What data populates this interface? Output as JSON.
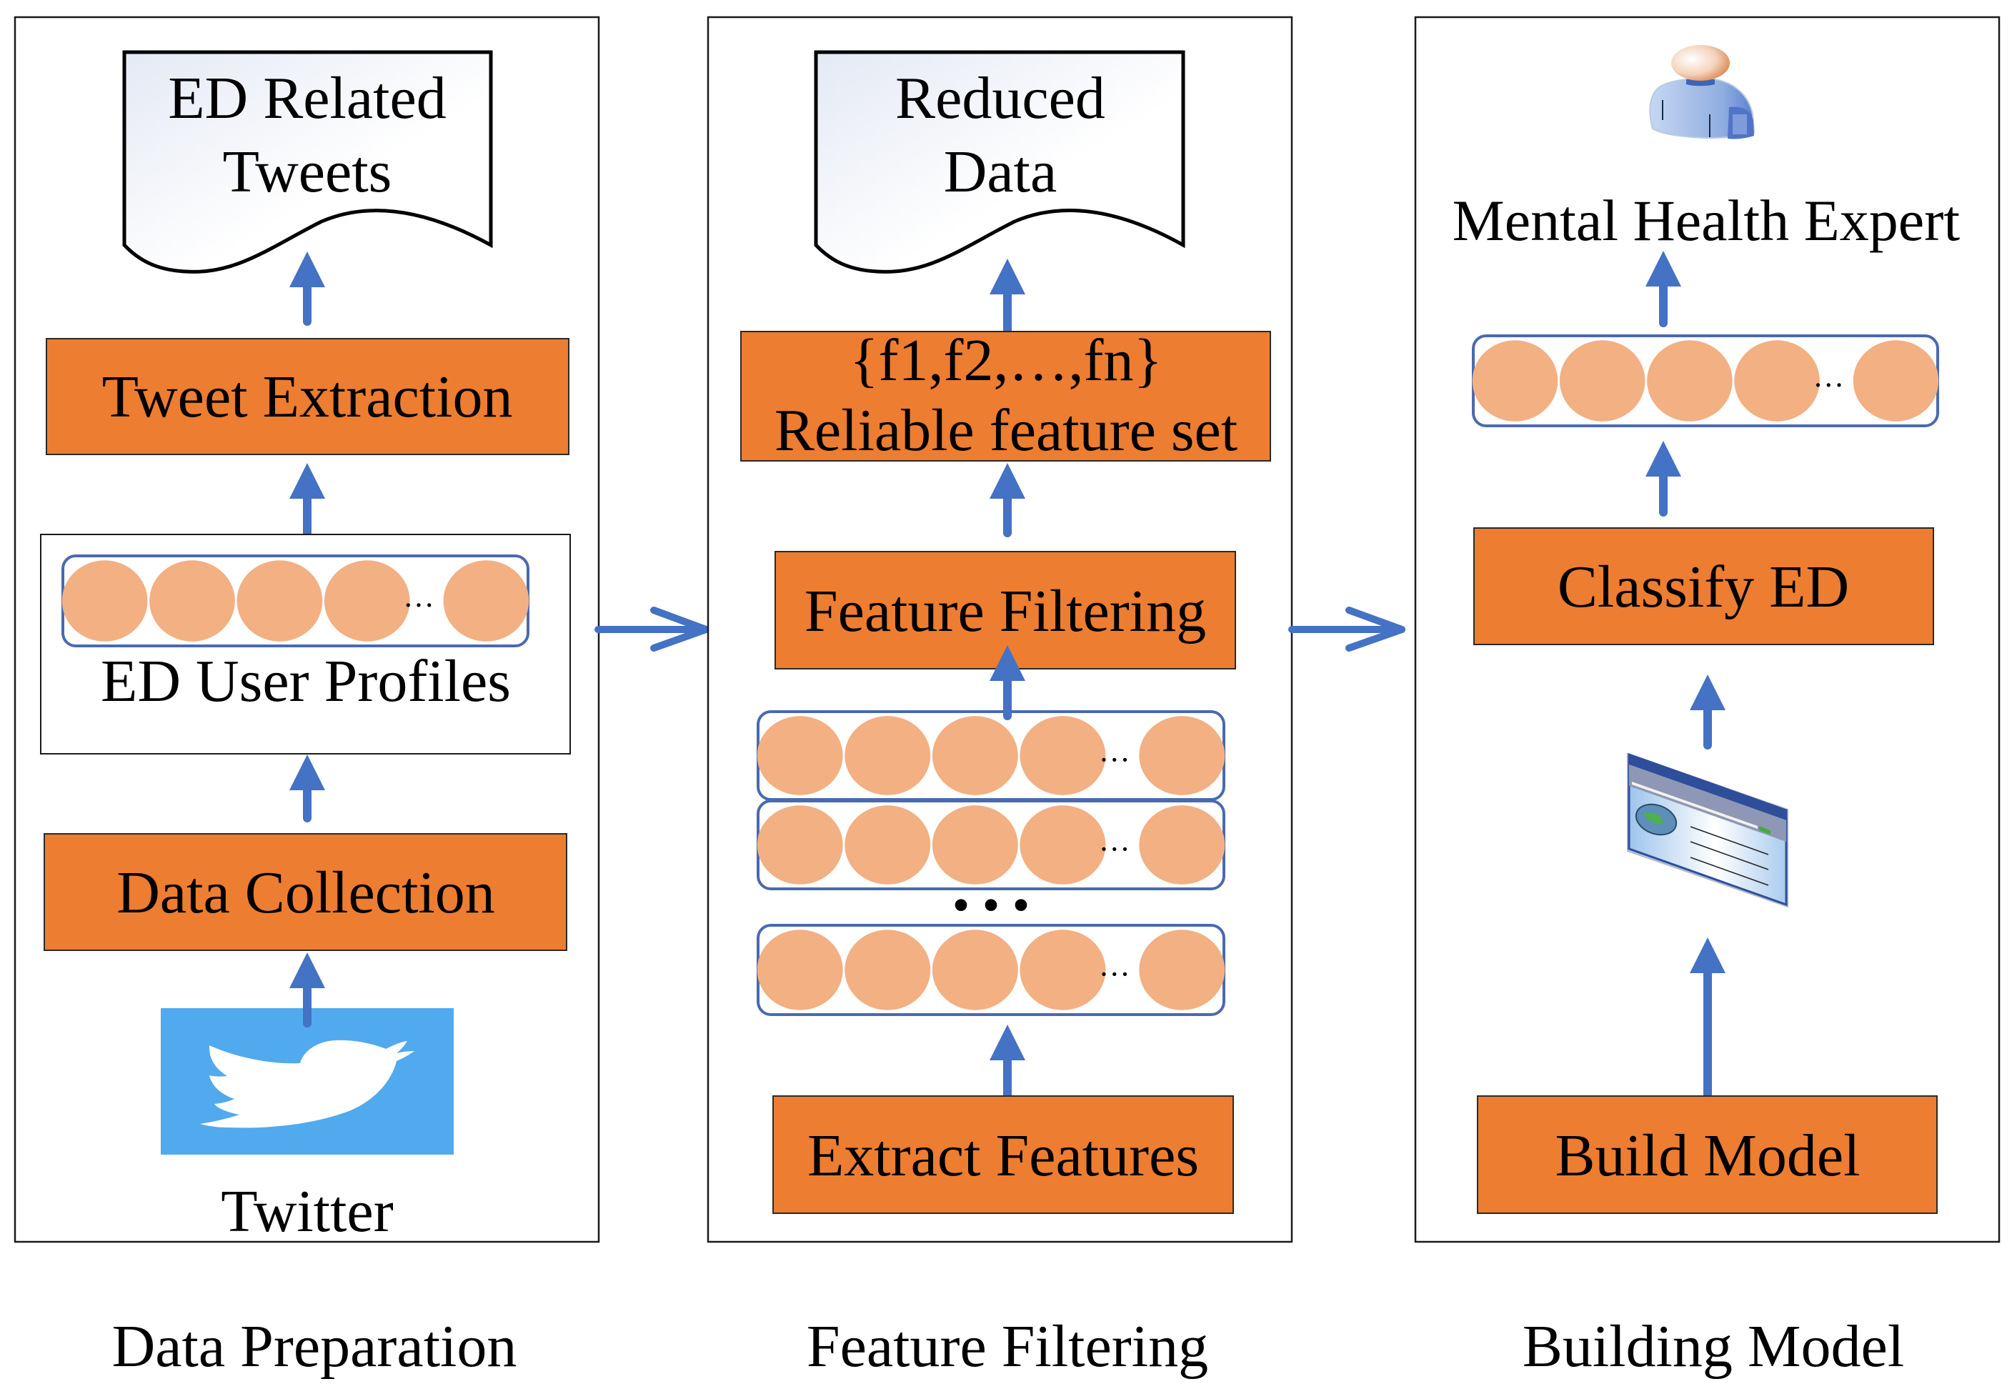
{
  "diagram": {
    "colors": {
      "process_box": "#ED7D31",
      "arrow": "#4472C4",
      "node": "#F2B083",
      "node_border": "#4A6AAF",
      "twitter": "#51A9EE"
    },
    "panels": [
      {
        "caption": "Data Preparation",
        "output_doc": [
          "ED Related",
          "Tweets"
        ],
        "steps": {
          "tweet_extraction": "Tweet Extraction",
          "profiles_label": "ED User Profiles",
          "data_collection": "Data Collection",
          "source_label": "Twitter",
          "source_icon": "twitter-bird-icon"
        }
      },
      {
        "caption": "Feature Filtering",
        "output_doc": [
          "Reduced",
          "Data"
        ],
        "steps": {
          "feature_set_line1": "{f1,f2,…,fn}",
          "feature_set_line2": "Reliable feature set",
          "feature_filtering": "Feature Filtering",
          "rows_ellipsis": "• • •",
          "extract_features": "Extract Features"
        }
      },
      {
        "caption": "Building Model",
        "steps": {
          "expert_label": "Mental Health Expert",
          "expert_icon": "person-icon",
          "classify": "Classify ED",
          "model_icon": "browser-window-icon",
          "build_model": "Build Model"
        }
      }
    ],
    "node_row_ellipsis": "…"
  }
}
